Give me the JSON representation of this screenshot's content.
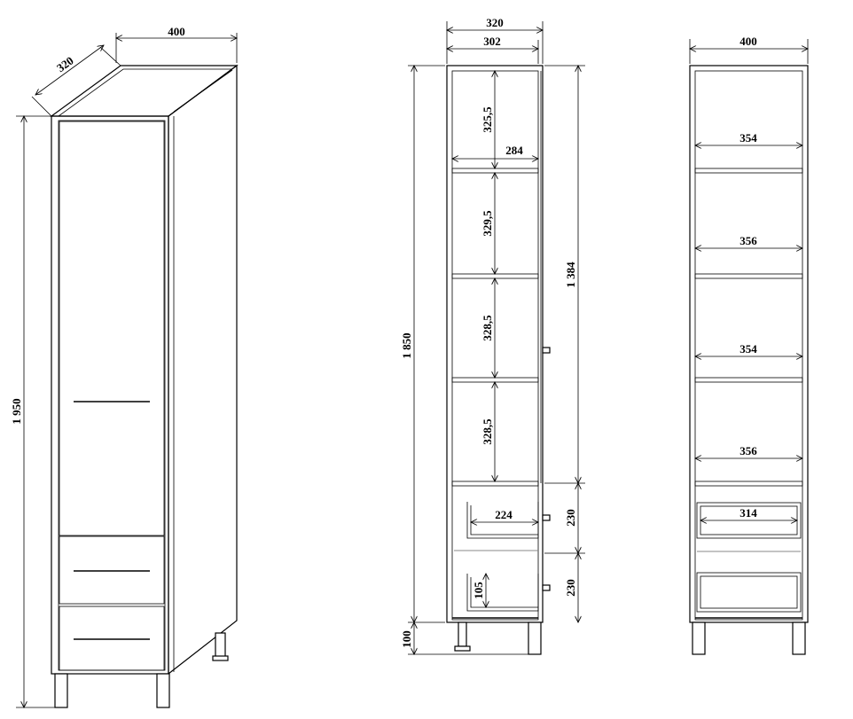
{
  "iso_view": {
    "width": "400",
    "depth": "320",
    "height": "1 950"
  },
  "section_view": {
    "outer_width": "320",
    "inner_width": "302",
    "total_height": "1 850",
    "upper_height": "1 384",
    "shelf_heights": [
      "325,5",
      "329,5",
      "328,5",
      "328,5"
    ],
    "shelf_depth": "284",
    "drawer_heights": [
      "230",
      "230"
    ],
    "drawer_depth": "224",
    "drawer_inner_height": "105",
    "leg_height": "100"
  },
  "front_view": {
    "width": "400",
    "shelf_widths": [
      "354",
      "356",
      "354",
      "356"
    ],
    "drawer_width": "314"
  }
}
